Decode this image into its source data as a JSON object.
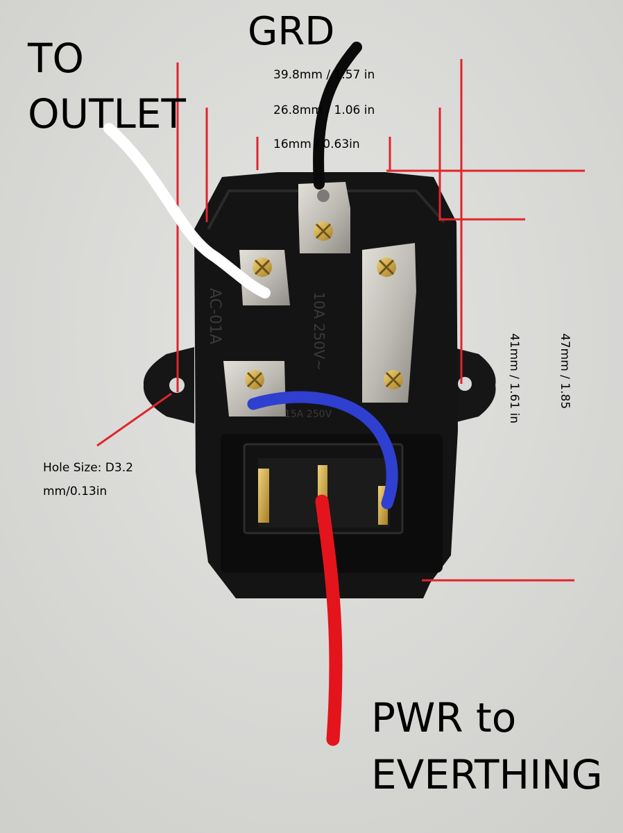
{
  "labels": {
    "to_outlet_line1": "TO",
    "to_outlet_line2": "OUTLET",
    "grd": "GRD",
    "pwr_line1": "PWR to",
    "pwr_line2": "EVERTHING",
    "hole_line1": "Hole Size: D3.2",
    "hole_line2": "mm/0.13in"
  },
  "dimensions": {
    "d1": "39.8mm / 1.57 in",
    "d2": "26.8mm / 1.06 in",
    "d3": "16mm / 0.63in",
    "height_41": "41mm / 1.61 in",
    "height_47": "47mm / 1.85"
  },
  "component_markings": {
    "model": "AC-01A",
    "rating": "10A 250V~",
    "fuse_rating": "15A 250V"
  },
  "colors": {
    "background": "#d9d9d7",
    "housing": "#151515",
    "dimension_lines": "#e0252b",
    "ground_wire": "#0a0a0a",
    "outlet_wire": "#ffffff",
    "power_wire": "#e3141c",
    "jumper_wire": "#2f3fcf",
    "brass_terminal": "#c9c7c2",
    "screw": "#c9a442"
  }
}
